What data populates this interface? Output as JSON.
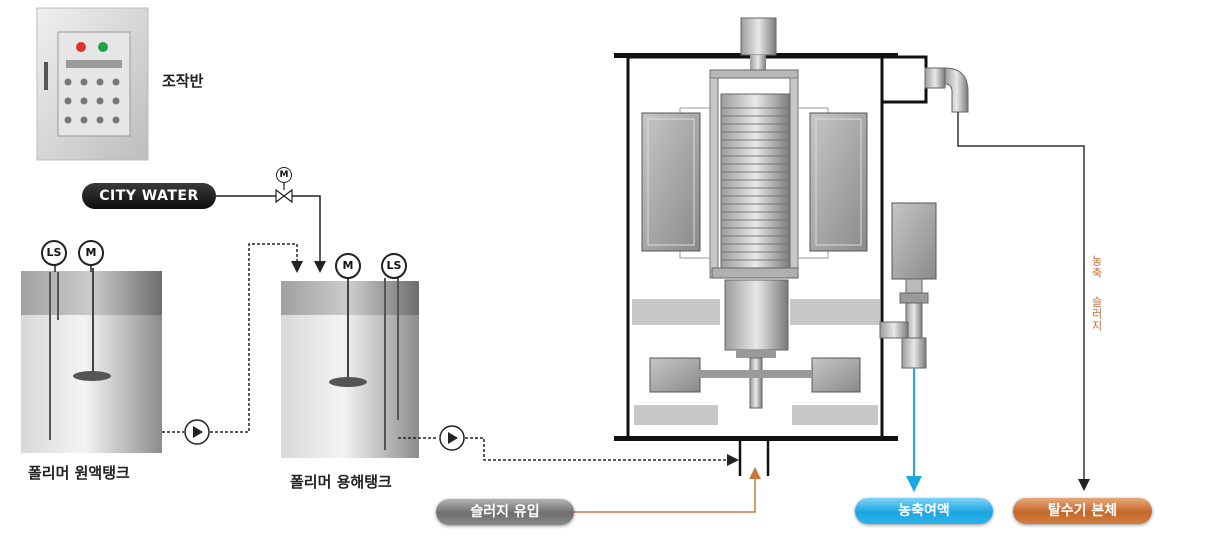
{
  "control_panel": {
    "label": "조작반"
  },
  "city_water": {
    "label": "CITY WATER"
  },
  "tanks": {
    "stock": {
      "label": "폴리머 원액탱크"
    },
    "dissolve": {
      "label": "폴리머 용해탱크"
    }
  },
  "instruments": {
    "level_switch": "LS",
    "motor": "M"
  },
  "flows": {
    "sludge_inflow": "슬러지 유입",
    "filtrate": "농축여액",
    "dewatering": "탈수기 본체",
    "thickened_sludge_1": "농축",
    "thickened_sludge_2": "슬러지"
  },
  "colors": {
    "filtrate_line": "#1ba7e0",
    "sludge_line": "#c46a2c",
    "inflow_line": "#c87a3e"
  }
}
